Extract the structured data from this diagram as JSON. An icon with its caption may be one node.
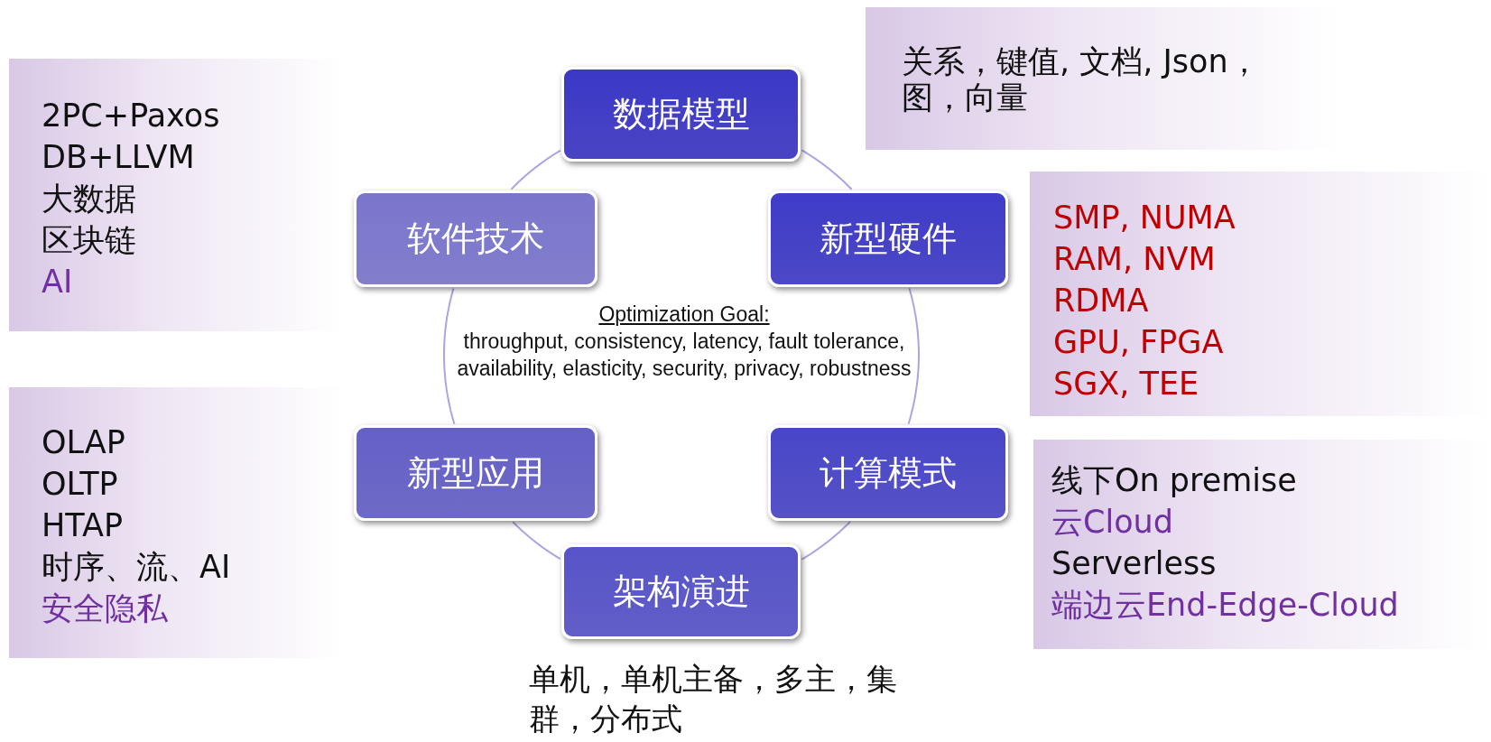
{
  "diagram": {
    "nodes": [
      {
        "text": [
          "数据模型"
        ]
      },
      {
        "text": [
          "新型硬件"
        ]
      },
      {
        "text": [
          "计算模式"
        ]
      },
      {
        "text": [
          "架构演进"
        ]
      },
      {
        "text": [
          "新型应用"
        ]
      },
      {
        "text": [
          "软件技术"
        ]
      },
      {
        "text": [
          "关系，键值, 文档, Json，图，向量"
        ]
      },
      {
        "text": [
          "SMP, NUMA",
          "RAM, NVM",
          "RDMA",
          "GPU, FPGA",
          "SGX, TEE"
        ]
      },
      {
        "text": [
          "线下On premise",
          "云Cloud",
          "Serverless",
          "端边云End-Edge-Cloud"
        ]
      },
      {
        "text": [
          "2PC+Paxos",
          "DB+LLVM",
          "大数据",
          "区块链",
          "AI"
        ]
      },
      {
        "text": [
          "OLAP",
          "OLTP",
          "HTAP",
          "时序、流、AI",
          "安全隐私"
        ]
      }
    ],
    "edges": [
      {
        "from": 0,
        "to": 1,
        "arrow": "none"
      },
      {
        "from": 1,
        "to": 2,
        "arrow": "none"
      },
      {
        "from": 2,
        "to": 3,
        "arrow": "none"
      },
      {
        "from": 3,
        "to": 4,
        "arrow": "none"
      },
      {
        "from": 4,
        "to": 5,
        "arrow": "none"
      },
      {
        "from": 5,
        "to": 0,
        "arrow": "none"
      }
    ],
    "labels": [
      "Optimization Goal:",
      "throughput, consistency, latency, fault tolerance, availability, elasticity, security, privacy, robustness",
      "单机，单机主备，多主，集群，分布式"
    ]
  }
}
